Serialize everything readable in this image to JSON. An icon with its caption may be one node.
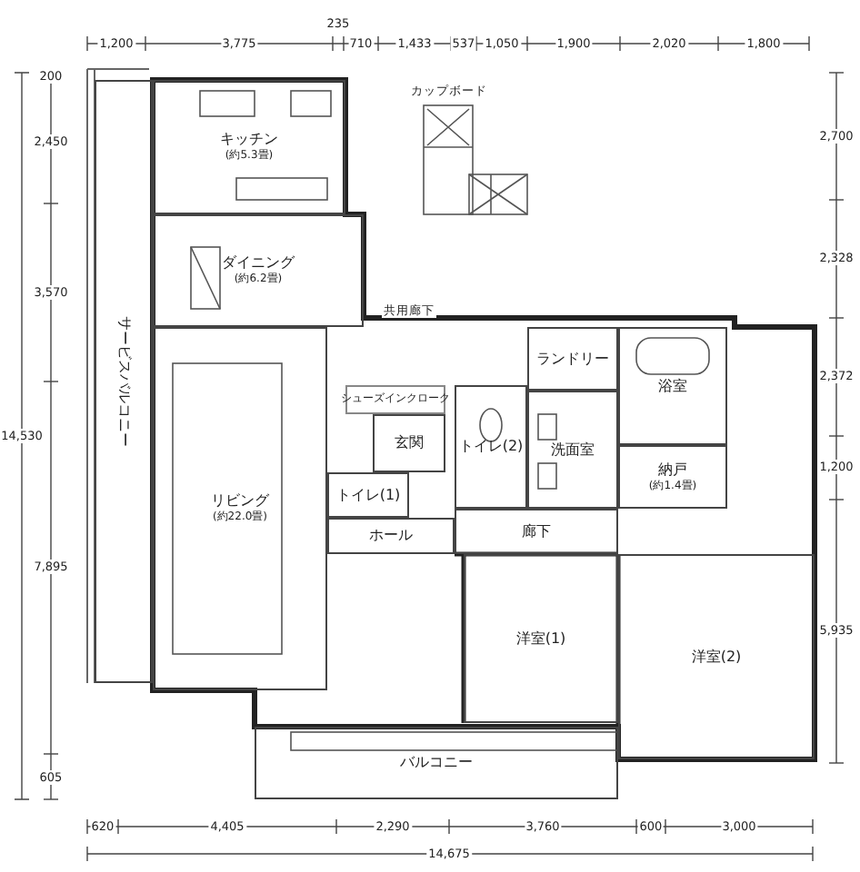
{
  "diagram": {
    "nodes": [
      {
        "text": [
          "キッチン",
          "(約5.3畳)"
        ]
      },
      {
        "text": [
          "ダイニング",
          "(約6.2畳)"
        ]
      },
      {
        "text": [
          "リビング",
          "(約22.0畳)"
        ]
      },
      {
        "text": [
          "サービスバルコニー"
        ]
      },
      {
        "text": [
          "玄関"
        ]
      },
      {
        "text": [
          "シューズインクローク"
        ]
      },
      {
        "text": [
          "トイレ(1)"
        ]
      },
      {
        "text": [
          "ホール"
        ]
      },
      {
        "text": [
          "トイレ(2)"
        ]
      },
      {
        "text": [
          "ランドリー"
        ]
      },
      {
        "text": [
          "洗面室"
        ]
      },
      {
        "text": [
          "浴室"
        ]
      },
      {
        "text": [
          "納戸",
          "(約1.4畳)"
        ]
      },
      {
        "text": [
          "廊下"
        ]
      },
      {
        "text": [
          "洋室(1)"
        ]
      },
      {
        "text": [
          "洋室(2)"
        ]
      },
      {
        "text": [
          "バルコニー"
        ]
      }
    ],
    "labels": [
      "1,200",
      "3,775",
      "235",
      "710",
      "1,433",
      "537",
      "1,050",
      "1,900",
      "2,020",
      "1,800",
      "200",
      "2,450",
      "3,570",
      "14,530",
      "7,895",
      "605",
      "2,700",
      "2,328",
      "2,372",
      "1,200",
      "5,935",
      "620",
      "4,405",
      "2,290",
      "3,760",
      "600",
      "3,000",
      "14,675",
      "共用廊下",
      "カップボード"
    ]
  }
}
